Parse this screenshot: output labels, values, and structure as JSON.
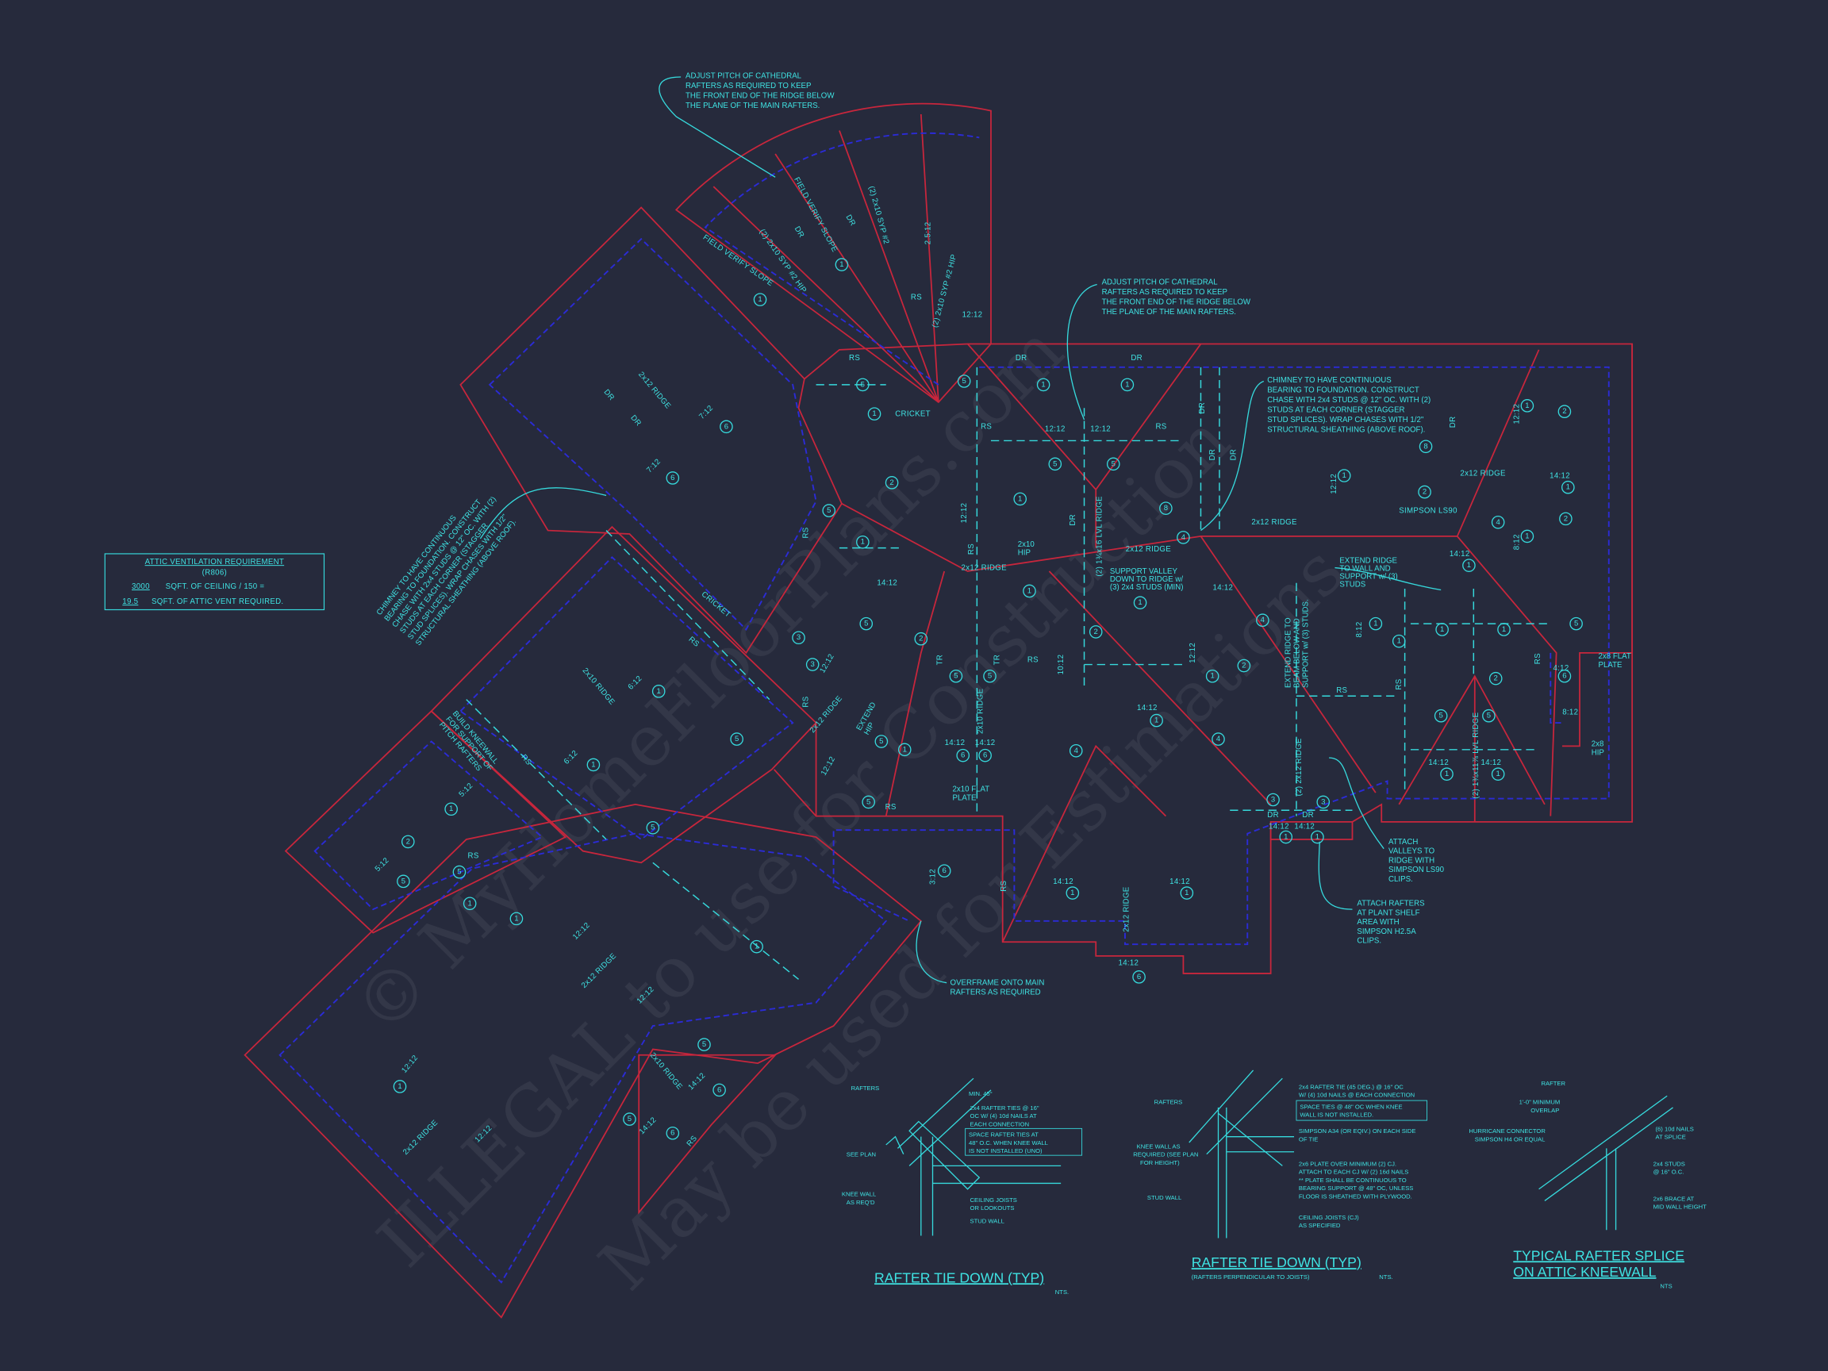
{
  "colors": {
    "background": "#262a3c",
    "roof_outline": "#c8263c",
    "wall_line": "#2b2bd6",
    "annotation": "#3fe3e3"
  },
  "watermark": [
    "© MyHomeFloorPlans.com",
    "ILLEGAL to use for Construction",
    "May be used for Estimations"
  ],
  "attic": {
    "title": "ATTIC VENTILATION REQUIREMENT",
    "code": "(R806)",
    "ceiling_value": "3000",
    "ceiling_text": "SQFT. OF CEILING / 150 =",
    "vent_value": "19.5",
    "vent_text": "SQFT. OF ATTIC VENT REQUIRED."
  },
  "notes": {
    "adjust_pitch_1": [
      "ADJUST PITCH OF CATHEDRAL",
      "RAFTERS AS REQUIRED TO KEEP",
      "THE FRONT END OF THE RIDGE BELOW",
      "THE PLANE OF THE MAIN RAFTERS."
    ],
    "adjust_pitch_2": [
      "ADJUST PITCH OF CATHEDRAL",
      "RAFTERS AS REQUIRED TO KEEP",
      "THE FRONT END OF THE RIDGE BELOW",
      "THE PLANE OF THE MAIN RAFTERS."
    ],
    "chimney_right": [
      "CHIMNEY TO HAVE CONTINUOUS",
      "BEARING TO FOUNDATION. CONSTRUCT",
      "CHASE WITH 2x4 STUDS @ 12\" OC. WITH (2)",
      "STUDS AT EACH CORNER (STAGGER",
      "STUD SPLICES). WRAP CHASES WITH 1/2\"",
      "STRUCTURAL SHEATHING (ABOVE ROOF)."
    ],
    "chimney_left": [
      "CHIMNEY TO HAVE CONTINUOUS",
      "BEARING TO FOUNDATION. CONSTRUCT",
      "CHASE WITH 2x4 STUDS @ 12\" OC. WITH (2)",
      "STUDS AT EACH CORNER (STAGGER",
      "STUD SPLICES). WRAP CHASES WITH 1/2\"",
      "STRUCTURAL SHEATHING (ABOVE ROOF)."
    ],
    "support_valley": [
      "SUPPORT VALLEY",
      "DOWN TO RIDGE w/",
      "(3) 2x4 STUDS (MIN)"
    ],
    "extend_ridge_wall": [
      "EXTEND RIDGE",
      "TO WALL AND",
      "SUPPORT w/ (3)",
      "STUDS"
    ],
    "extend_ridge_beam": [
      "EXTEND RIDGE TO",
      "BEAM BELOW AND",
      "SUPPORT w/ (3) STUDS."
    ],
    "attach_valleys": [
      "ATTACH",
      "VALLEYS TO",
      "RIDGE WITH",
      "SIMPSON LS90",
      "CLIPS."
    ],
    "attach_rafters": [
      "ATTACH RAFTERS",
      "AT PLANT SHELF",
      "AREA WITH",
      "SIMPSON H2.5A",
      "CLIPS."
    ],
    "overframe": [
      "OVERFRAME ONTO MAIN",
      "RAFTERS AS REQUIRED"
    ],
    "kneewall": [
      "BUILD KNEEWALL",
      "FOR SUPPORT OF",
      "PITCH RAFTERS"
    ],
    "flat_plate_8": [
      "2x8 FLAT",
      "PLATE"
    ],
    "hip_8": [
      "2x8",
      "HIP"
    ],
    "flat_plate_10": [
      "2x10 FLAT",
      "PLATE"
    ],
    "hip_10": [
      "2x10",
      "HIP"
    ],
    "extend_hip": [
      "EXTEND",
      "HIP"
    ]
  },
  "plan": {
    "labels": [
      "DR",
      "FIELD VERIFY SLOPE",
      "(2) 2x10 SYP #2",
      "DR",
      "(2) 2x10 SYP #2 HIP",
      "FIELD VERIFY SLOPE",
      "(2) 2x10 SYP #2 HIP",
      "2.5:12",
      "12:12",
      "RS",
      "RS",
      "CRICKET",
      "DR",
      "DR",
      "RS",
      "12:12",
      "12:12",
      "RS",
      "12:12",
      "(2) 1¾x16 LVL RIDGE",
      "DR",
      "2x12 RIDGE",
      "2x12 RIDGE",
      "14:12",
      "RS",
      "TR",
      "TR",
      "RS",
      "10:12",
      "14:12",
      "2x10 RIDGE",
      "14:12",
      "14:12",
      "RS",
      "RS",
      "14:12",
      "2x12 RIDGE",
      "14:12",
      "14:12",
      "12:12",
      "14:12",
      "DR",
      "DR",
      "DR",
      "2x12 RIDGE",
      "12:12",
      "8:12",
      "12:12",
      "2x12 RIDGE",
      "14:12",
      "DR",
      "SIMPSON LS90",
      "14:12",
      "8:12",
      "RS",
      "RS",
      "RS",
      "(2) 1¾x11⅞ LVL RIDGE",
      "14:12",
      "14:12",
      "(2) 2x12 RIDGE",
      "DR",
      "DR",
      "14:12",
      "14:12",
      "4:12",
      "8:12",
      "3:12",
      "RS",
      "RS",
      "12:12",
      "2x12 RIDGE",
      "12:12",
      "DR",
      "DR",
      "2x12 RIDGE",
      "7:12",
      "7:12",
      "CRICKET",
      "RS",
      "6:12",
      "2x10 RIDGE",
      "RS",
      "6:12",
      "5:12",
      "5:12",
      "RS",
      "12:12",
      "2x12 RIDGE",
      "12:12",
      "12:12",
      "2x12 RIDGE",
      "12:12",
      "2x10 RIDGE",
      "14:12",
      "14:12",
      "RS"
    ],
    "tags": [
      "5",
      "1",
      "5",
      "1",
      "1",
      "5",
      "5",
      "1",
      "8",
      "4",
      "8",
      "2",
      "1",
      "2",
      "1",
      "1",
      "2",
      "4",
      "1",
      "1",
      "1",
      "1",
      "2",
      "4",
      "2",
      "1",
      "1",
      "1",
      "5",
      "6",
      "2",
      "1",
      "5",
      "5",
      "1",
      "4",
      "1",
      "4",
      "2",
      "5",
      "5",
      "6",
      "6",
      "1",
      "5",
      "5",
      "5",
      "5",
      "2",
      "1",
      "3",
      "3",
      "1",
      "1",
      "3",
      "3",
      "1",
      "1",
      "1",
      "1",
      "6",
      "6",
      "1",
      "1",
      "6",
      "6",
      "1",
      "1",
      "5",
      "5",
      "2",
      "1",
      "5",
      "5",
      "1",
      "1",
      "1",
      "1",
      "5",
      "5",
      "6",
      "6"
    ]
  },
  "details": {
    "d1": {
      "title": "RAFTER TIE DOWN (TYP)",
      "nts": "NTS.",
      "rafters": "RAFTERS",
      "min": "MIN. 45°",
      "ties": [
        "2x4 RAFTER TIES @ 16\"",
        "OC W/ (4) 10d NAILS AT",
        "EACH CONNECTION"
      ],
      "space": [
        "SPACE RAFTER TIES AT",
        "48\" O.C. WHEN KNEE WALL",
        "IS NOT INSTALLED (UNO)"
      ],
      "see_plan": "SEE PLAN",
      "knee": [
        "KNEE WALL",
        "AS REQ'D"
      ],
      "joists": [
        "CEILING JOISTS",
        "OR LOOKOUTS"
      ],
      "stud": "STUD WALL"
    },
    "d2": {
      "title": "RAFTER TIE DOWN (TYP)",
      "subtitle": "(RAFTERS PERPENDICULAR TO JOISTS)",
      "nts": "NTS.",
      "rafters": "RAFTERS",
      "tie": [
        "2x4 RAFTER TIE (45 DEG.) @ 16\" OC",
        "W/ (4) 10d NAILS @ EACH CONNECTION"
      ],
      "space": [
        "SPACE TIES @ 48\" OC WHEN KNEE",
        "WALL IS NOT INSTALLED."
      ],
      "simpson": [
        "SIMPSON A34 (OR EQIV.) ON EACH SIDE",
        "OF TIE"
      ],
      "knee": [
        "KNEE WALL AS",
        "REQUIRED (SEE PLAN",
        "FOR HEIGHT)"
      ],
      "plate": [
        "2x6 PLATE OVER MINIMUM (2) CJ.",
        "ATTACH TO EACH CJ W/ (2) 16d NAILS",
        "** PLATE SHALL BE CONTINUOUS TO",
        "BEARING SUPPORT @ 48\" OC, UNLESS",
        "FLOOR IS SHEATHED WITH PLYWOOD."
      ],
      "joists": [
        "CEILING JOISTS (CJ)",
        "AS SPECIFIED"
      ],
      "stud": "STUD WALL"
    },
    "d3": {
      "title": [
        "TYPICAL RAFTER SPLICE",
        "ON ATTIC KNEEWALL"
      ],
      "nts": "NTS",
      "rafter": "RAFTER",
      "overlap": [
        "1'-0\" MINIMUM",
        "OVERLAP"
      ],
      "hurricane": [
        "HURRICANE CONNECTOR",
        "SIMPSON H4 OR EQUAL"
      ],
      "nails": [
        "(6) 10d NAILS",
        "AT SPLICE"
      ],
      "studs": [
        "2x4 STUDS",
        "@ 16\" O.C."
      ],
      "brace": [
        "2x6 BRACE AT",
        "MID WALL HEIGHT"
      ]
    }
  }
}
